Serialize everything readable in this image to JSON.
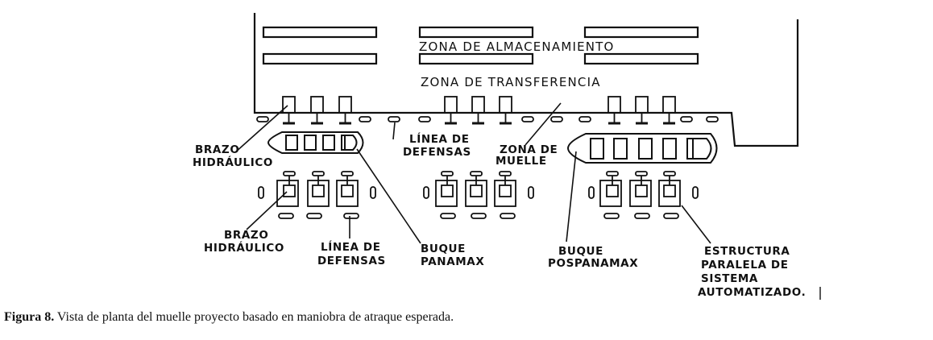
{
  "labels": {
    "zona_almacenamiento": "ZONA DE ALMACENAMIENTO",
    "zona_transferencia": "ZONA DE TRANSFERENCIA",
    "brazo_hidraulico_top_1": "BRAZO",
    "brazo_hidraulico_top_2": "HIDRÁULICO",
    "linea_defensas_top_1": "LÍNEA DE",
    "linea_defensas_top_2": "DEFENSAS",
    "zona_muelle_1": "ZONA DE",
    "zona_muelle_2": "MUELLE",
    "brazo_hidraulico_bottom_1": "BRAZO",
    "brazo_hidraulico_bottom_2": "HIDRÁULICO",
    "linea_defensas_bottom_1": "LÍNEA DE",
    "linea_defensas_bottom_2": "DEFENSAS",
    "buque_panamax_1": "BUQUE",
    "buque_panamax_2": "PANAMAX",
    "buque_pospanamax_1": "BUQUE",
    "buque_pospanamax_2": "POSPANAMAX",
    "estructura_1": "ESTRUCTURA",
    "estructura_2": "PARALELA DE",
    "estructura_3": "SISTEMA",
    "estructura_4": "AUTOMATIZADO."
  },
  "caption": {
    "label": "Figura 8.",
    "text": " Vista de planta del muelle proyecto basado en maniobra de atraque esperada."
  }
}
